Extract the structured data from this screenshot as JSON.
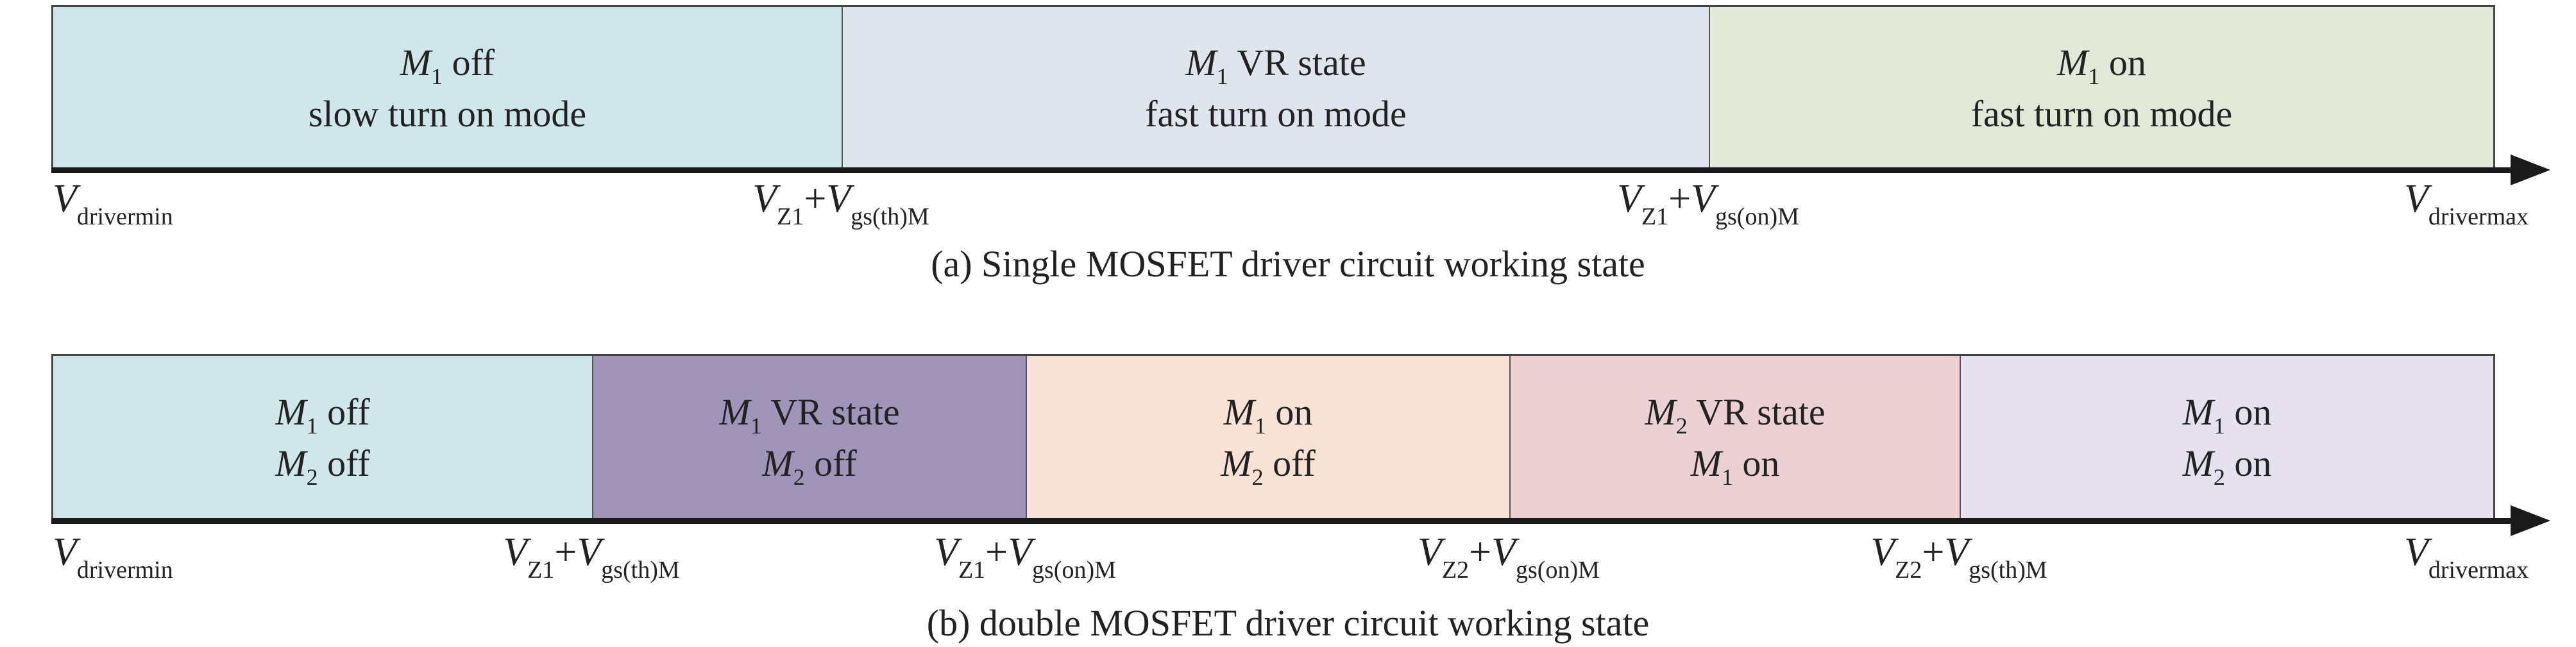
{
  "diagram_a": {
    "segments": [
      {
        "line1_sym": "M",
        "line1_sub": "1",
        "line1_text": " off",
        "line2": "slow turn on mode",
        "color": "#cfe6ea"
      },
      {
        "line1_sym": "M",
        "line1_sub": "1",
        "line1_text": " VR state",
        "line2": "fast turn on mode",
        "color": "#dfe5ec"
      },
      {
        "line1_sym": "M",
        "line1_sub": "1",
        "line1_text": " on",
        "line2": "fast turn on mode",
        "color": "#e2e9d9"
      }
    ],
    "labels": [
      {
        "v": "V",
        "sub1": "drivermin",
        "plus": "",
        "v2": "",
        "sub2": ""
      },
      {
        "v": "V",
        "sub1": "Z1",
        "plus": "+",
        "v2": "V",
        "sub2": "gs(th)M"
      },
      {
        "v": "V",
        "sub1": "Z1",
        "plus": "+",
        "v2": "V",
        "sub2": "gs(on)M"
      },
      {
        "v": "V",
        "sub1": "drivermax",
        "plus": "",
        "v2": "",
        "sub2": ""
      }
    ],
    "caption": "(a)  Single MOSFET driver circuit working state"
  },
  "diagram_b": {
    "segments": [
      {
        "a_sym": "M",
        "a_sub": "1",
        "a_text": " off",
        "b_sym": "M",
        "b_sub": "2",
        "b_text": " off",
        "color": "#cfe6ea"
      },
      {
        "a_sym": "M",
        "a_sub": "1",
        "a_text": " VR state",
        "b_sym": "M",
        "b_sub": "2",
        "b_text": " off",
        "color": "#a094b8"
      },
      {
        "a_sym": "M",
        "a_sub": "1",
        "a_text": " on",
        "b_sym": "M",
        "b_sub": "2",
        "b_text": " off",
        "color": "#f8e2d5"
      },
      {
        "a_sym": "M",
        "a_sub": "2",
        "a_text": " VR state",
        "b_sym": "M",
        "b_sub": "1",
        "b_text": " on",
        "color": "#ecd1d4"
      },
      {
        "a_sym": "M",
        "a_sub": "1",
        "a_text": " on",
        "b_sym": "M",
        "b_sub": "2",
        "b_text": " on",
        "color": "#e5e1ee"
      }
    ],
    "labels": [
      {
        "v": "V",
        "sub1": "drivermin",
        "plus": "",
        "v2": "",
        "sub2": ""
      },
      {
        "v": "V",
        "sub1": "Z1",
        "plus": "+",
        "v2": "V",
        "sub2": "gs(th)M"
      },
      {
        "v": "V",
        "sub1": "Z1",
        "plus": "+",
        "v2": "V",
        "sub2": "gs(on)M"
      },
      {
        "v": "V",
        "sub1": "Z2",
        "plus": "+",
        "v2": "V",
        "sub2": "gs(on)M"
      },
      {
        "v": "V",
        "sub1": "Z2",
        "plus": "+",
        "v2": "V",
        "sub2": "gs(th)M"
      },
      {
        "v": "V",
        "sub1": "drivermax",
        "plus": "",
        "v2": "",
        "sub2": ""
      }
    ],
    "caption": "(b)  double MOSFET driver circuit working state"
  }
}
